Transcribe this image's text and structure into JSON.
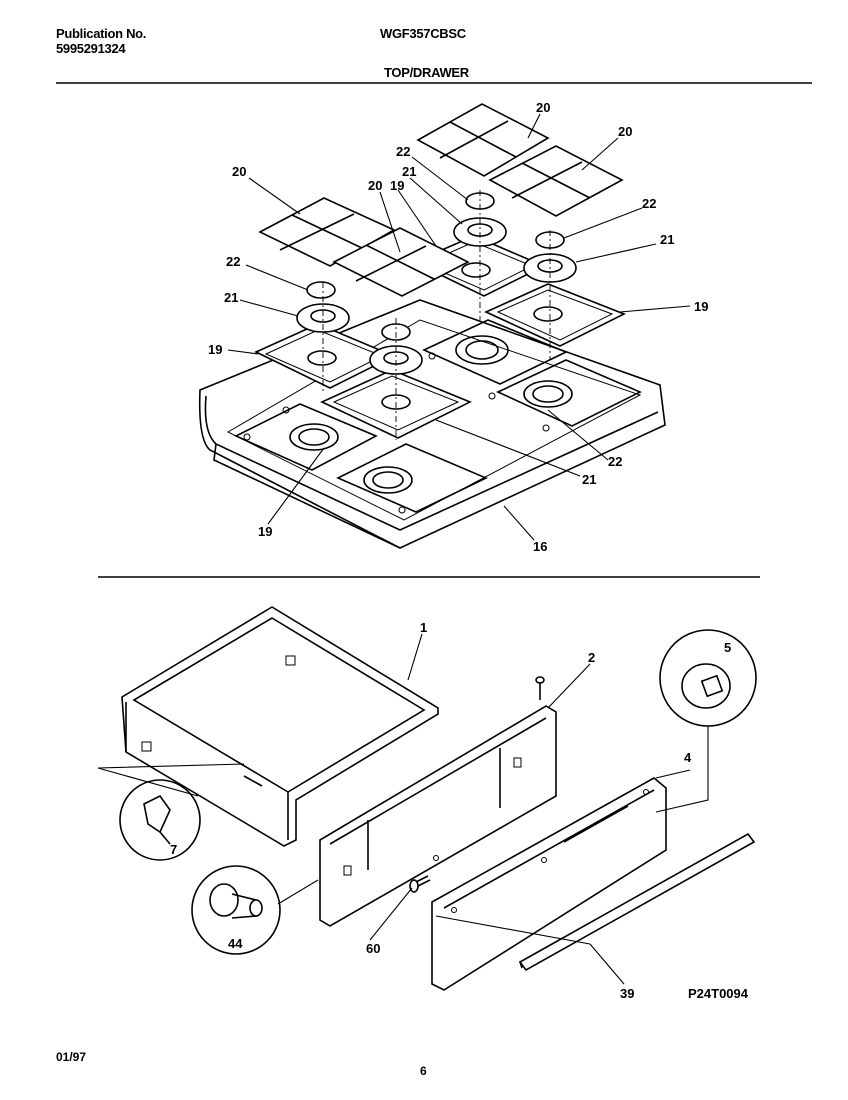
{
  "header": {
    "publication_label": "Publication No.",
    "publication_number": "5995291324",
    "model": "WGF357CBSC",
    "section_title": "TOP/DRAWER"
  },
  "footer": {
    "date": "01/97",
    "page": "6"
  },
  "diagram": {
    "figure_code": "P24T0094",
    "top_callouts": [
      "20",
      "20",
      "20",
      "22",
      "20",
      "19",
      "21",
      "22",
      "21",
      "22",
      "21",
      "19",
      "19",
      "22",
      "21",
      "16",
      "19"
    ],
    "drawer_callouts": [
      "1",
      "2",
      "5",
      "4",
      "7",
      "44",
      "60",
      "39"
    ]
  }
}
